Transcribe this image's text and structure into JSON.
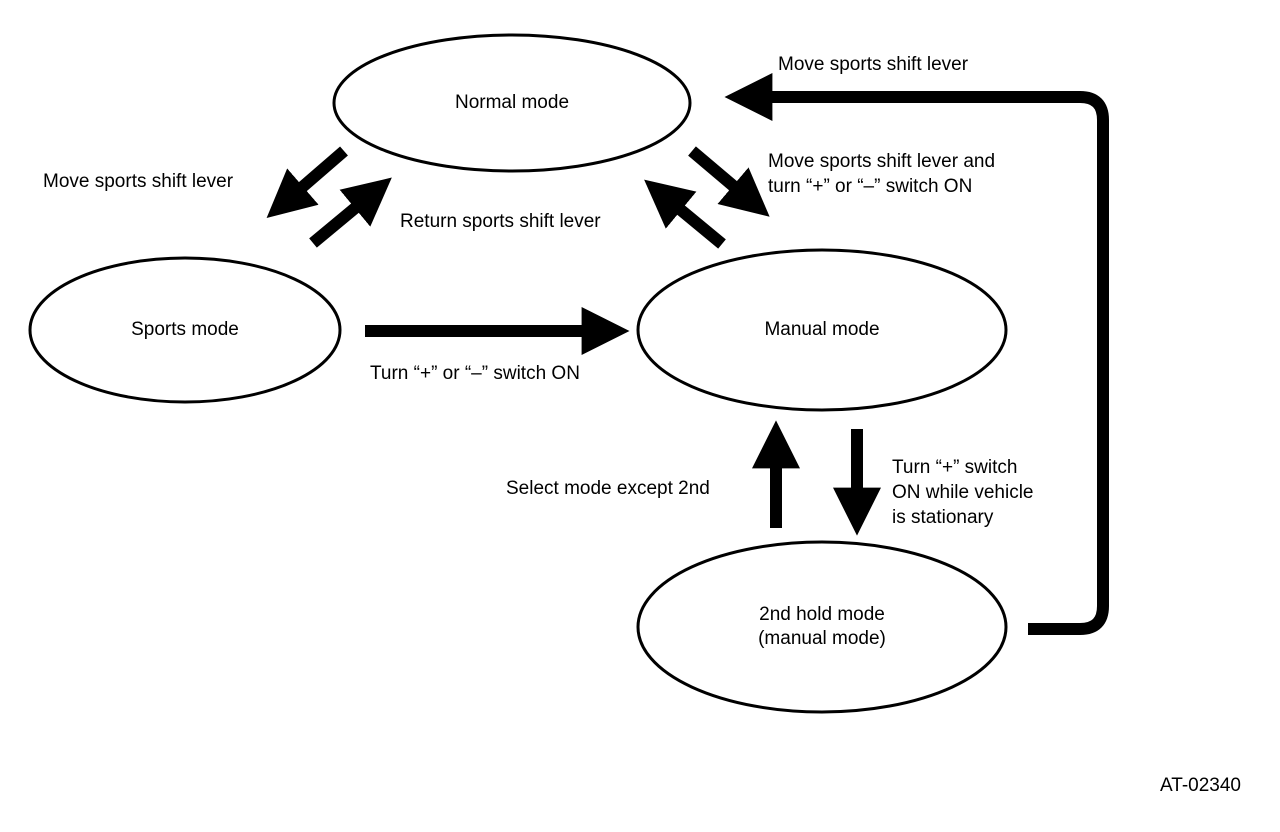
{
  "nodes": {
    "normal": {
      "label": "Normal mode"
    },
    "sports": {
      "label": "Sports mode"
    },
    "manual": {
      "label": "Manual mode"
    },
    "hold2nd": {
      "line1": "2nd hold mode",
      "line2": "(manual mode)"
    }
  },
  "edges": {
    "normal_to_sports": {
      "label": "Move sports shift lever"
    },
    "sports_to_normal": {
      "label": "Return sports shift lever"
    },
    "normal_to_manual": {
      "line1": "Move sports shift lever and",
      "line2": "turn “+” or “–” switch ON"
    },
    "sports_to_manual": {
      "label": "Turn “+” or “–” switch ON"
    },
    "hold_to_manual": {
      "label": "Select mode except 2nd"
    },
    "manual_to_hold": {
      "line1": "Turn “+” switch",
      "line2": "ON while vehicle",
      "line3": "is stationary"
    },
    "hold_to_normal": {
      "label": "Move sports shift lever"
    }
  },
  "figure_id": "AT-02340"
}
